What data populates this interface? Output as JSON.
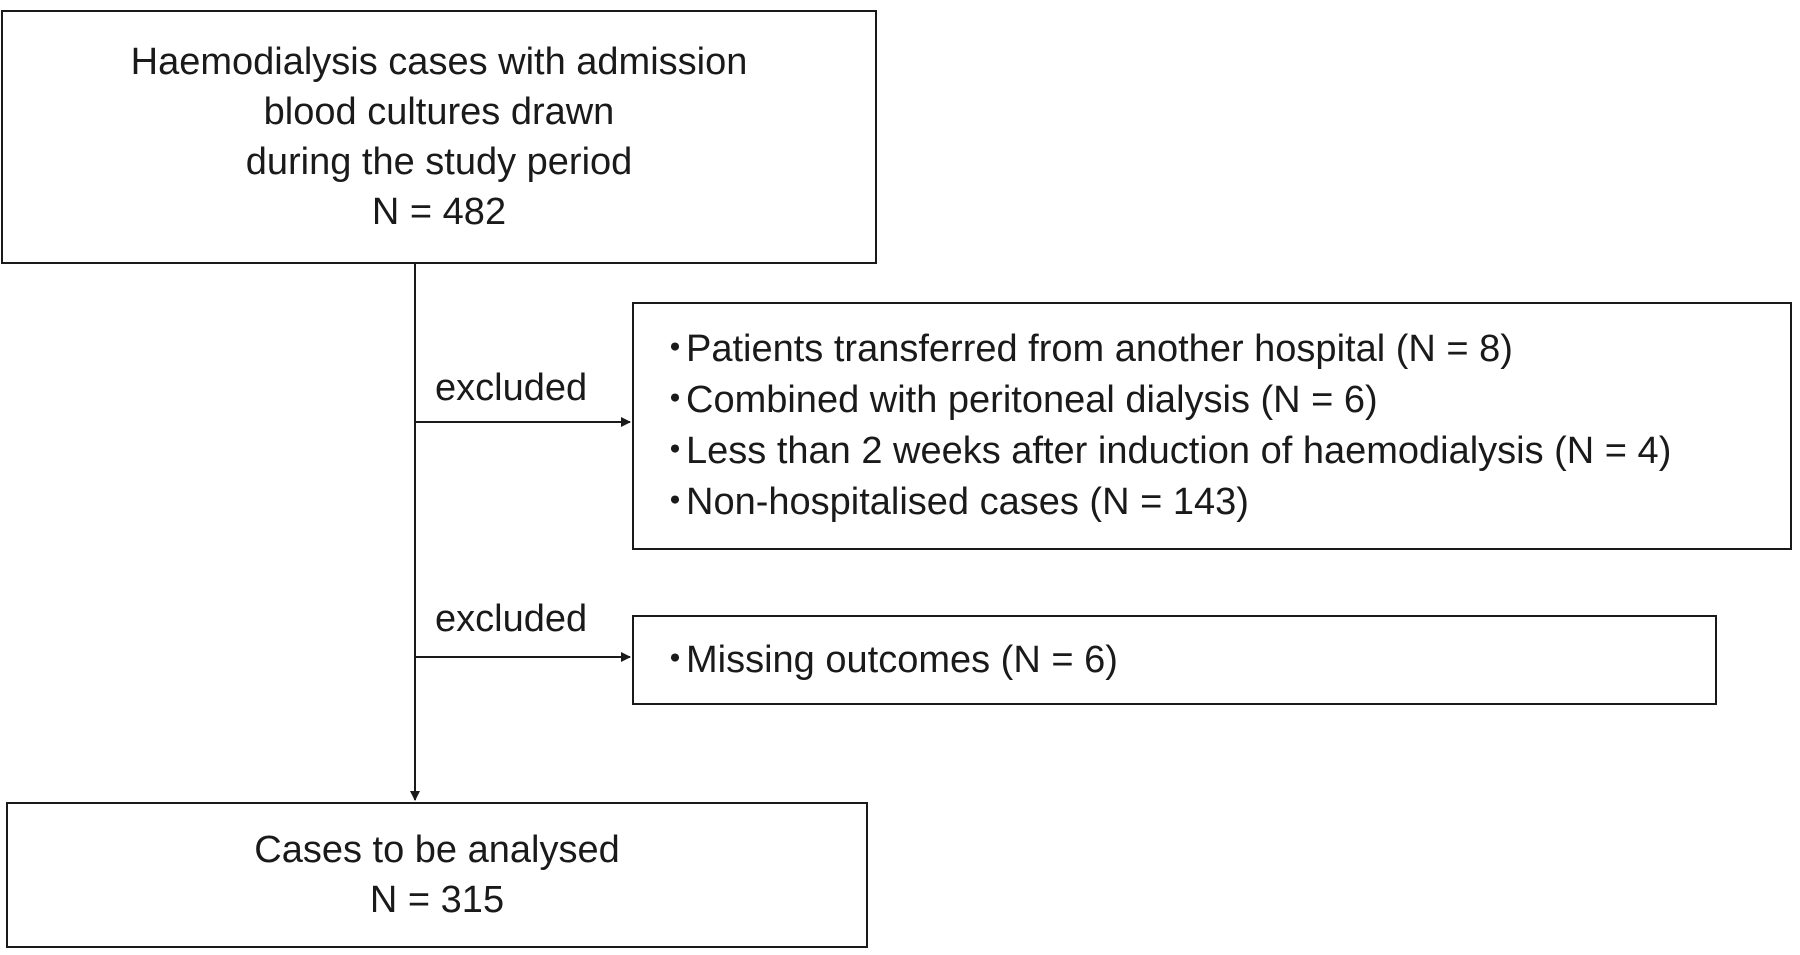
{
  "top_box": {
    "lines": [
      "Haemodialysis cases with admission",
      "blood cultures drawn",
      "during the study period",
      "N = 482"
    ]
  },
  "excluded_label_1": "excluded",
  "excluded_label_2": "excluded",
  "exclusion_box_1": {
    "bullet": "・",
    "items": [
      "Patients transferred from another hospital (N = 8)",
      "Combined with peritoneal dialysis (N = 6)",
      "Less than 2 weeks after induction of haemodialysis (N = 4)",
      "Non-hospitalised cases (N = 143)"
    ]
  },
  "exclusion_box_2": {
    "bullet": "・",
    "items": [
      "Missing outcomes (N = 6)"
    ]
  },
  "bottom_box": {
    "lines": [
      "Cases to be analysed",
      "N = 315"
    ]
  }
}
